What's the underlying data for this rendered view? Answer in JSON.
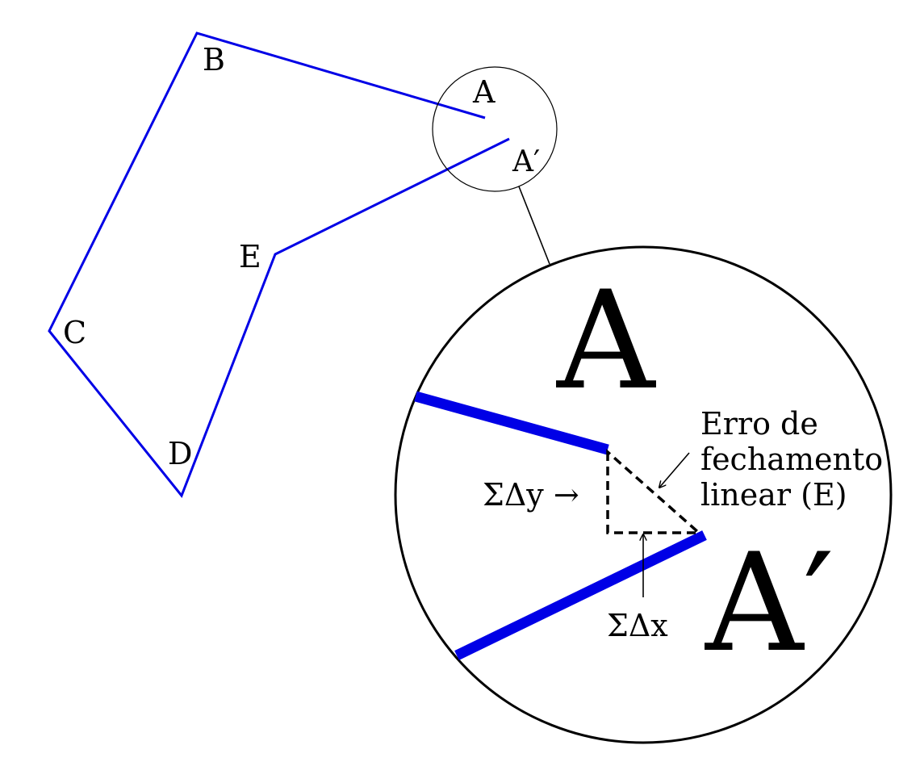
{
  "colors": {
    "traverse": "#0000e6",
    "ink": "#000000",
    "background": "#ffffff"
  },
  "vertices": {
    "A": "A",
    "B": "B",
    "C": "C",
    "D": "D",
    "E": "E",
    "A_prime": "A′"
  },
  "zoom": {
    "A": "A",
    "A_prime": "A′",
    "closure_error_lines": [
      "Erro de",
      "fechamento",
      "linear (E)"
    ],
    "sum_dy": "ΣΔy →",
    "sum_dx": "ΣΔx"
  }
}
